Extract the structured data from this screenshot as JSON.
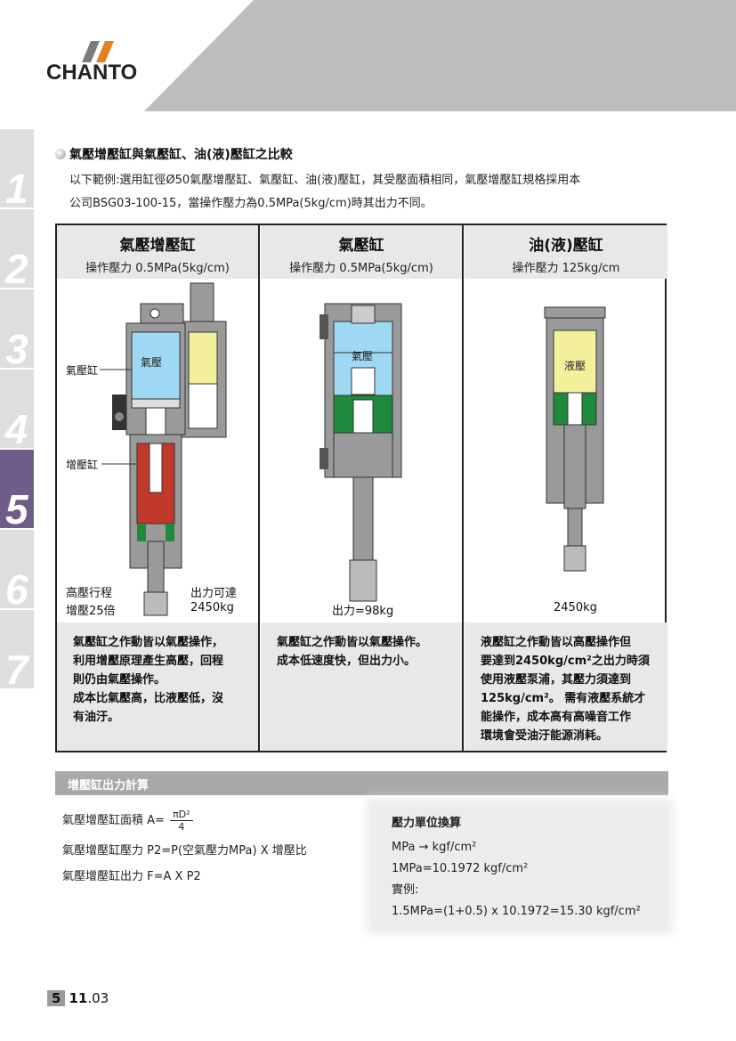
{
  "brand": {
    "logo_text": "CHANTO"
  },
  "side_tabs": [
    "1",
    "2",
    "3",
    "4",
    "5",
    "6",
    "7"
  ],
  "colors": {
    "active_tab": "#6f5c88",
    "inactive_tab": "#dedede",
    "header_band": "#bdbdbd",
    "air": "#9fd8f2",
    "oil": "#f3ef9a",
    "high_pressure": "#c0392b",
    "seal": "#1f8a3b"
  },
  "section": {
    "title": "氣壓增壓缸與氣壓缸、油(液)壓缸之比較",
    "intro_1": "以下範例:選用缸徑Ø50氣壓增壓缸、氣壓缸、油(液)壓缸，其受壓面積相同，氣壓增壓缸規格採用本",
    "intro_2": "公司BSG03-100-15，當操作壓力為0.5MPa(5kg/cm)時其出力不同。"
  },
  "columns": [
    {
      "name": "氣壓增壓缸",
      "pressure": "操作壓力  0.5MPa(5kg/cm)",
      "chamber_label": "氣壓",
      "callout_air": "氣壓缸",
      "callout_boost": "增壓缸",
      "stroke_1": "高壓行程",
      "stroke_2": "增壓25倍",
      "output_1": "出力可達",
      "output_2": "2450kg",
      "desc": [
        "氣壓缸之作動皆以氣壓操作，",
        "利用增壓原理產生高壓，回程",
        "則仍由氣壓操作。",
        "成本比氣壓高，比液壓低，沒",
        "有油汙。"
      ]
    },
    {
      "name": "氣壓缸",
      "pressure": "操作壓力  0.5MPa(5kg/cm)",
      "chamber_label": "氣壓",
      "output": "出力=98kg",
      "desc": [
        "氣壓缸之作動皆以氣壓操作。",
        "成本低速度快，但出力小。"
      ]
    },
    {
      "name": "油(液)壓缸",
      "pressure": "操作壓力  125kg/cm",
      "chamber_label": "液壓",
      "output": "2450kg",
      "desc": [
        "液壓缸之作動皆以高壓操作但",
        "要達到2450kg/cm²之出力時須",
        "使用液壓泵浦，其壓力須達到",
        "125kg/cm²。 需有液壓系統才",
        "能操作，成本高有高噪音工作",
        "環境會受油汙能源消耗。"
      ]
    }
  ],
  "calc": {
    "bar_title": "增壓缸出力計算",
    "area_label": "氣壓增壓缸面積  A=",
    "area_num": "πD²",
    "area_den": "4",
    "pressure_line": "氣壓增壓缸壓力  P2=P(空氣壓力MPa) X 增壓比",
    "output_line": "氣壓增壓缸出力  F=A X P2"
  },
  "units": {
    "title": "壓力單位換算",
    "lines": [
      "MPa → kgf/cm²",
      "1MPa=10.1972 kgf/cm²",
      "實例:",
      "1.5MPa=(1+0.5) x 10.1972=15.30 kgf/cm²"
    ]
  },
  "footer": {
    "section": "5",
    "page": "11",
    "sub": ".03"
  }
}
